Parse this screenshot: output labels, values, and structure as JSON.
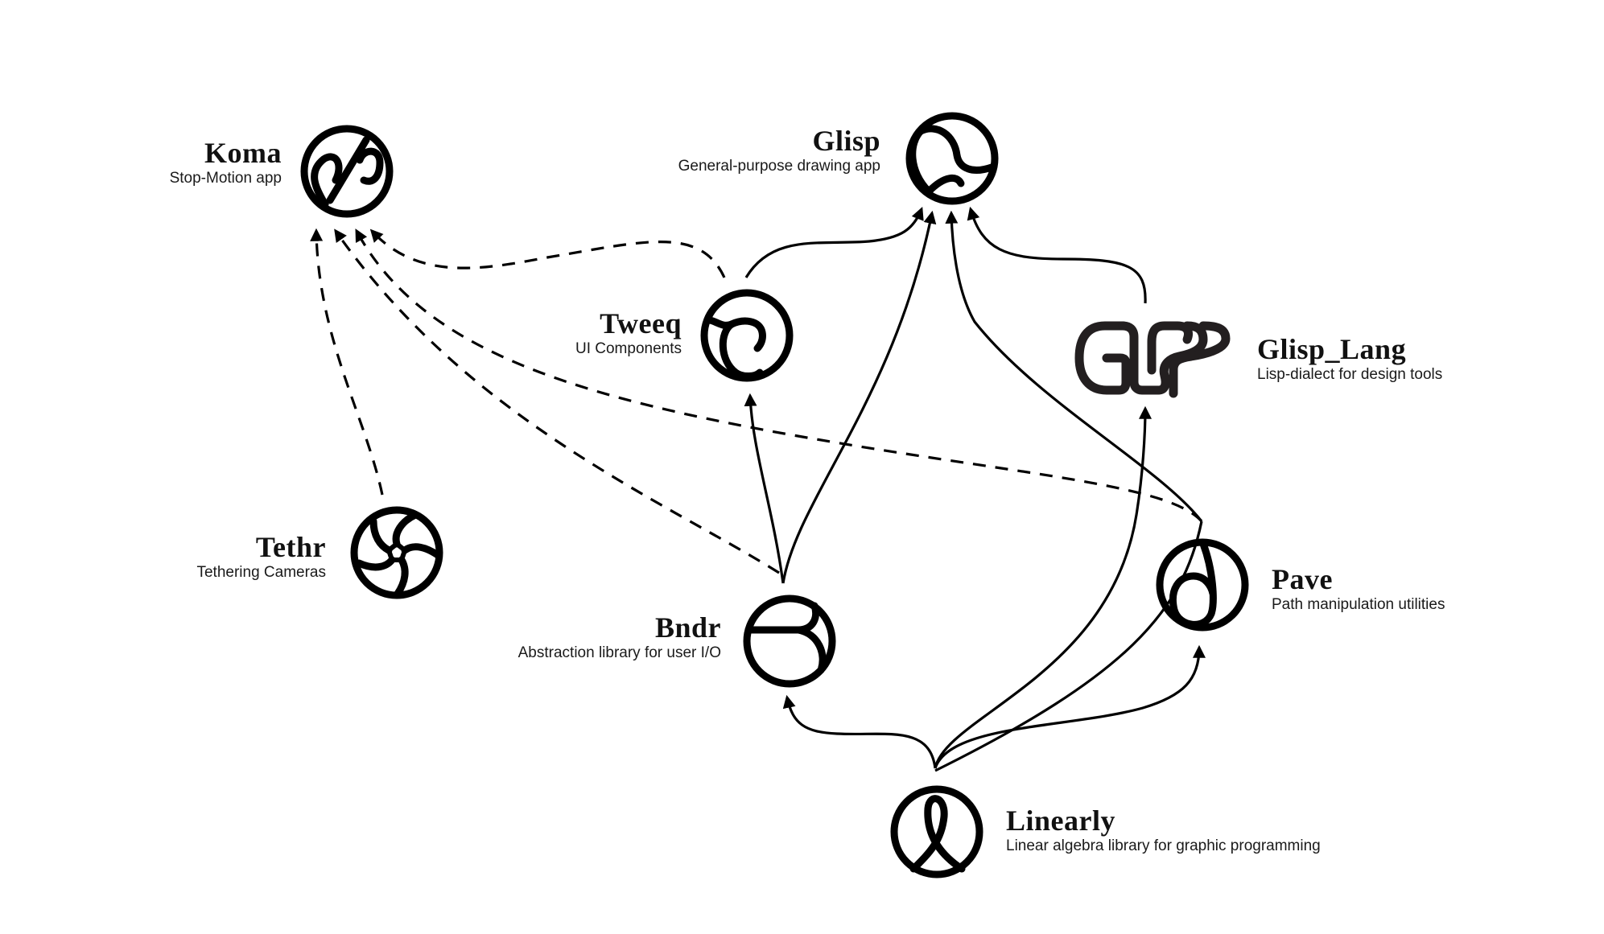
{
  "diagram": {
    "type": "dependency-graph",
    "colors": {
      "stroke": "#000000",
      "glisp_lang_logo": "#231f20",
      "text": "#111111",
      "background": "#ffffff"
    },
    "nodes": [
      {
        "id": "koma",
        "title": "Koma",
        "description": "Stop-Motion app",
        "icon": "koma-logo-icon"
      },
      {
        "id": "glisp",
        "title": "Glisp",
        "description": "General-purpose drawing app",
        "icon": "glisp-logo-icon"
      },
      {
        "id": "tweeq",
        "title": "Tweeq",
        "description": "UI Components",
        "icon": "tweeq-logo-icon"
      },
      {
        "id": "glisp_lang",
        "title": "Glisp_Lang",
        "description": "Lisp-dialect for design tools",
        "icon": "glisp-lang-wordmark-icon"
      },
      {
        "id": "tethr",
        "title": "Tethr",
        "description": "Tethering Cameras",
        "icon": "tethr-logo-icon"
      },
      {
        "id": "bndr",
        "title": "Bndr",
        "description": "Abstraction library for user I/O",
        "icon": "bndr-logo-icon"
      },
      {
        "id": "pave",
        "title": "Pave",
        "description": "Path manipulation utilities",
        "icon": "pave-logo-icon"
      },
      {
        "id": "linearly",
        "title": "Linearly",
        "description": "Linear algebra library for graphic programming",
        "icon": "linearly-logo-icon"
      }
    ],
    "edges": [
      {
        "from": "tethr",
        "to": "koma",
        "style": "dashed"
      },
      {
        "from": "bndr",
        "to": "koma",
        "style": "dashed"
      },
      {
        "from": "pave",
        "to": "koma",
        "style": "dashed"
      },
      {
        "from": "tweeq",
        "to": "koma",
        "style": "dashed"
      },
      {
        "from": "tweeq",
        "to": "glisp",
        "style": "solid"
      },
      {
        "from": "bndr",
        "to": "glisp",
        "style": "solid"
      },
      {
        "from": "linearly",
        "to": "glisp",
        "style": "solid"
      },
      {
        "from": "glisp_lang",
        "to": "glisp",
        "style": "solid"
      },
      {
        "from": "bndr",
        "to": "tweeq",
        "style": "solid"
      },
      {
        "from": "linearly",
        "to": "bndr",
        "style": "solid"
      },
      {
        "from": "linearly",
        "to": "glisp_lang",
        "style": "solid"
      },
      {
        "from": "linearly",
        "to": "pave",
        "style": "solid"
      }
    ]
  }
}
